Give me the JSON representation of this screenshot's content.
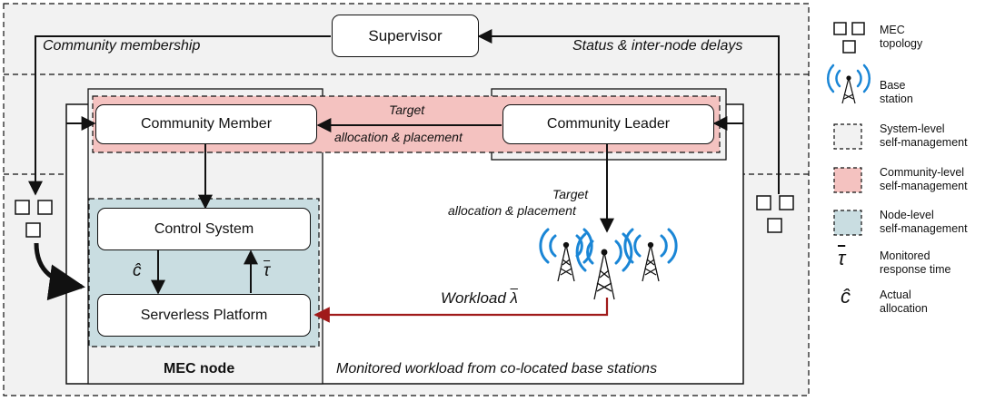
{
  "diagram": {
    "supervisor": "Supervisor",
    "community_membership": "Community membership",
    "status_delays": "Status & inter-node delays",
    "community_member": "Community Member",
    "community_leader": "Community Leader",
    "target_1": "Target",
    "allocation_placement_1": "allocation & placement",
    "target_2": "Target",
    "allocation_placement_2": "allocation  & placement",
    "control_system": "Control System",
    "serverless_platform": "Serverless Platform",
    "c_hat": "ĉ",
    "tau_bar": "τ",
    "workload": "Workload",
    "lambda_bar": "λ",
    "mec_node": "MEC node",
    "monitored_workload": "Monitored workload from co-located base stations"
  },
  "legend": {
    "mec_topology": [
      "MEC",
      "topology"
    ],
    "base_station": [
      "Base",
      "station"
    ],
    "system_level": [
      "System-level",
      "self-management"
    ],
    "community_level": [
      "Community-level",
      "self-management"
    ],
    "node_level": [
      "Node-level",
      "self-management"
    ],
    "monitored_response": [
      "Monitored",
      "response time"
    ],
    "actual_allocation": [
      "Actual",
      "allocation"
    ],
    "tau_symbol": "τ",
    "c_symbol": "ĉ"
  },
  "colors": {
    "system_bg": "#f2f2f2",
    "community_bg": "#f4c2c0",
    "node_bg": "#c9dde1",
    "workload_arrow": "#a01a1a",
    "antenna_blue": "#1a86d6"
  }
}
